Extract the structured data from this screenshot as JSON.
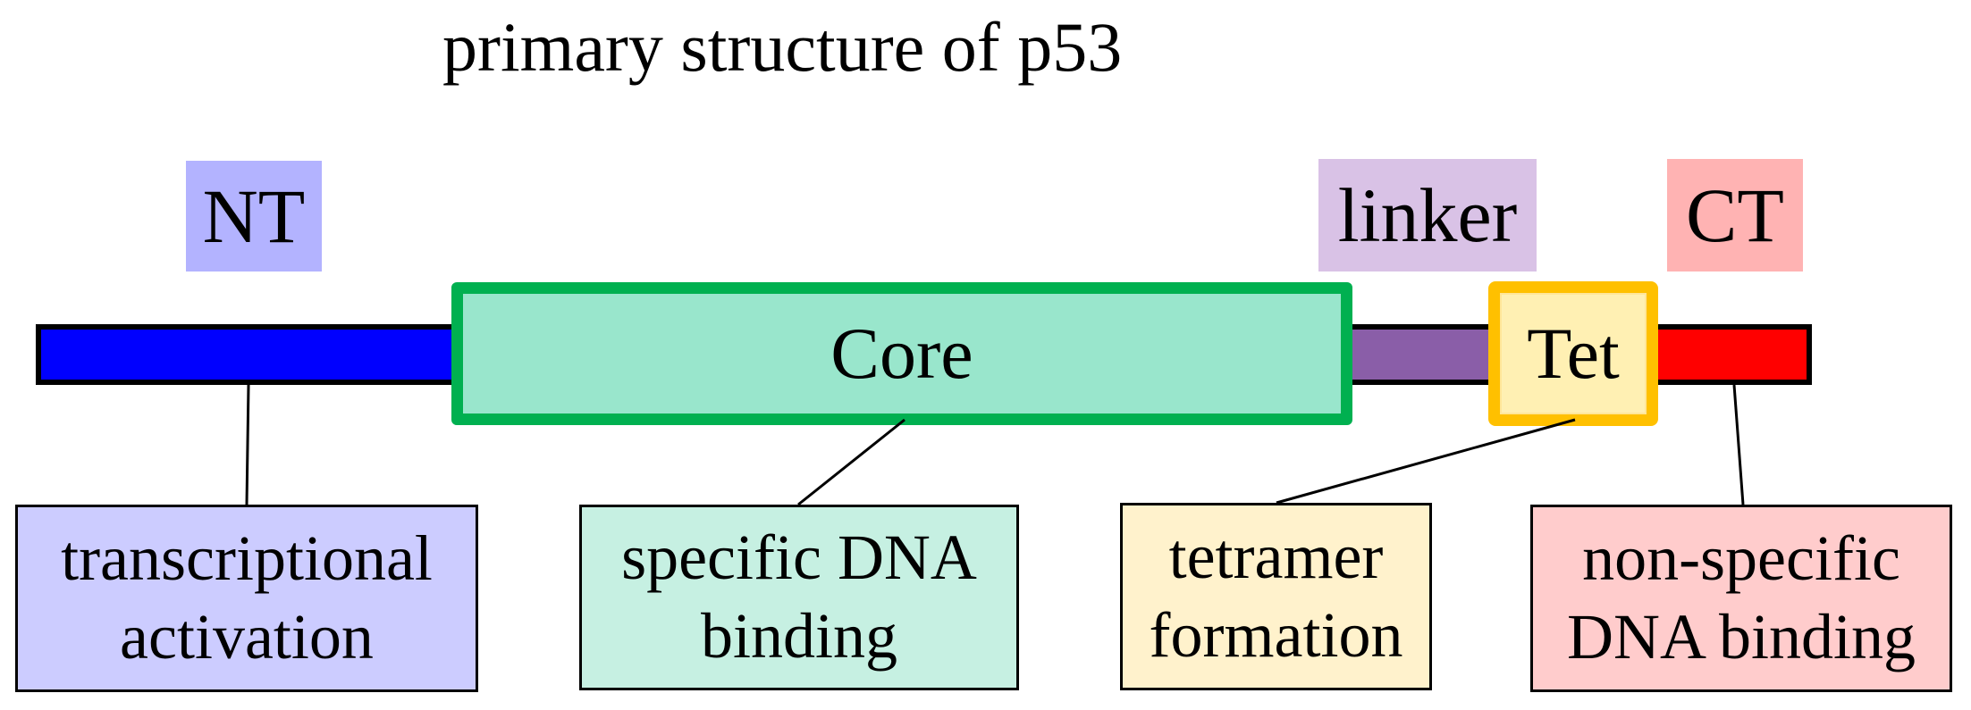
{
  "title": "primary structure of p53",
  "regions": {
    "nt": "NT",
    "linker": "linker",
    "ct": "CT"
  },
  "domains": {
    "core": "Core",
    "tet": "Tet"
  },
  "functions": {
    "nt": "transcriptional\nactivation",
    "core": "specific DNA\nbinding",
    "tet": "tetramer\nformation",
    "ct": "non-specific\nDNA binding"
  },
  "colors": {
    "nt_bar": "#0000ff",
    "nt_label_bg": "#b3b3ff",
    "nt_box_bg": "#ccccff",
    "core_fill": "#99e6cc",
    "core_border": "#00b050",
    "core_box_bg": "#c6f0e2",
    "linker_bar": "#8a5ea8",
    "linker_label_bg": "#d9c2e6",
    "tet_fill": "#fff0b3",
    "tet_border": "#ffc000",
    "tet_box_bg": "#fff2cc",
    "ct_bar": "#ff0000",
    "ct_label_bg": "#ffb3b3",
    "ct_box_bg": "#ffcccc"
  }
}
